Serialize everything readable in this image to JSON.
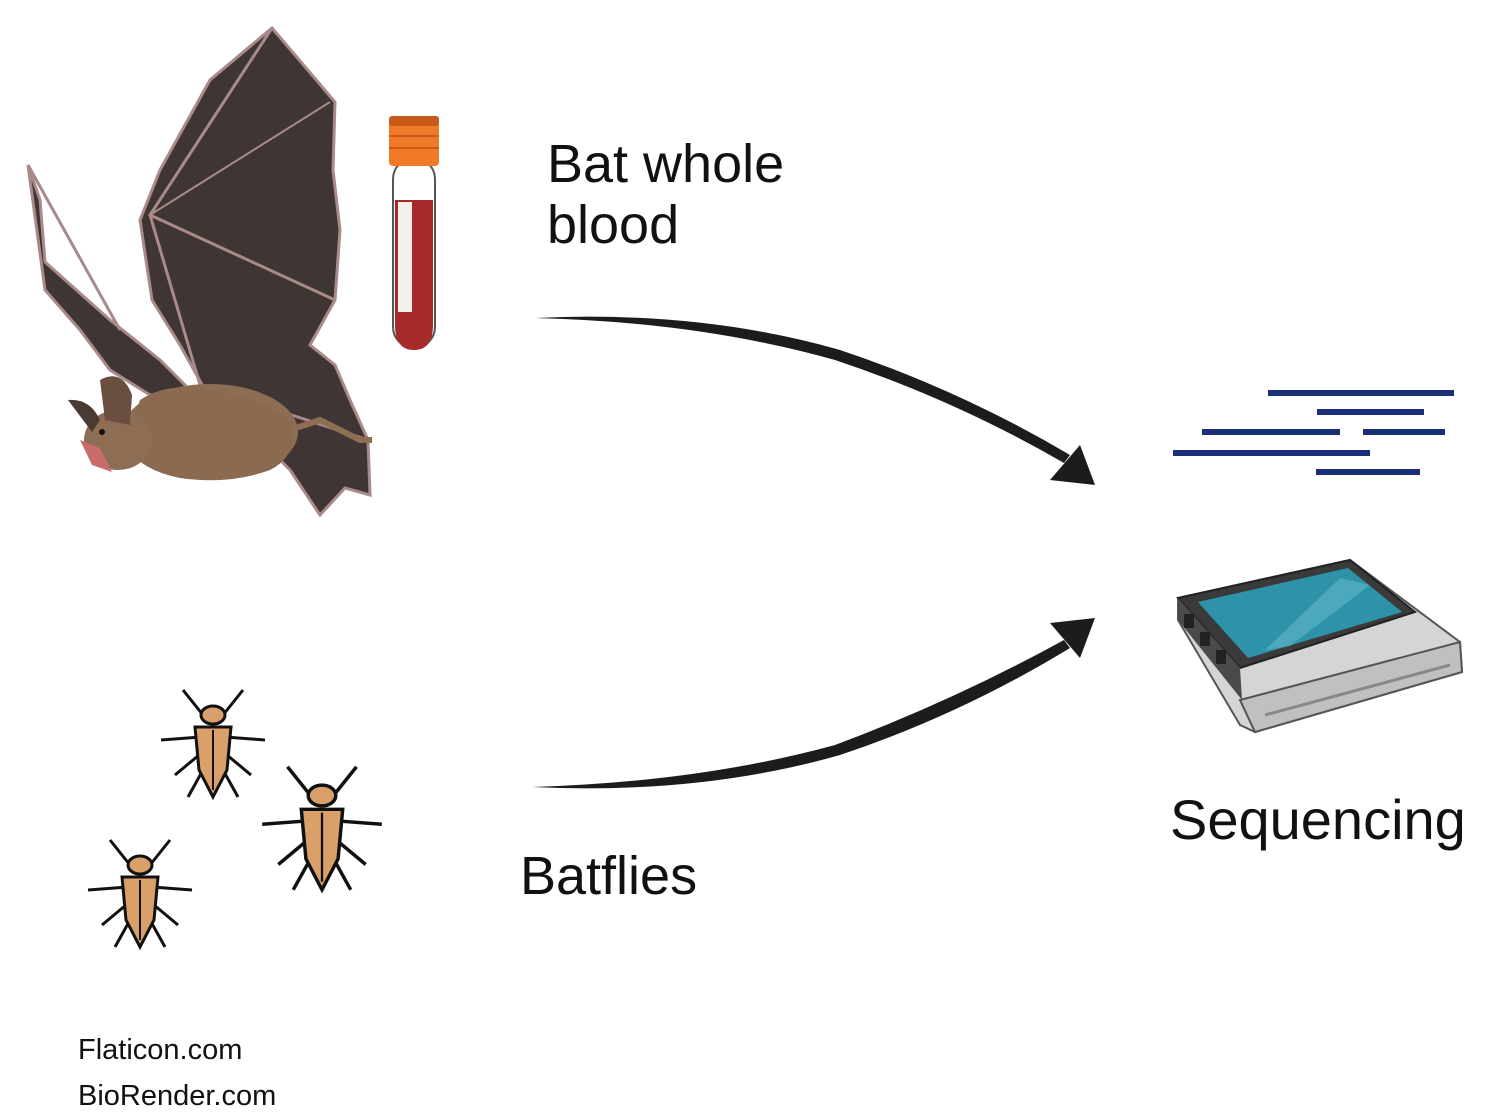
{
  "labels": {
    "bat_blood": [
      "Bat whole",
      "blood"
    ],
    "batflies": "Batflies",
    "sequencing": "Sequencing"
  },
  "credits": [
    "Flaticon.com",
    "BioRender.com"
  ],
  "icons": {
    "bat": "bat-icon",
    "blood_tube": "blood-tube-icon",
    "batflies": "batfly-icon",
    "reads": "sequence-reads-icon",
    "sequencer": "sequencer-device-icon"
  },
  "colors": {
    "arrow": "#1c1c1c",
    "reads": "#1a2f78",
    "tube_cap": "#f07a28",
    "blood": "#a52a2a",
    "bat_wing": "#3f3532",
    "bat_fur": "#8d6e55",
    "fly_body": "#d9a06a",
    "screen": "#2e93a8"
  }
}
